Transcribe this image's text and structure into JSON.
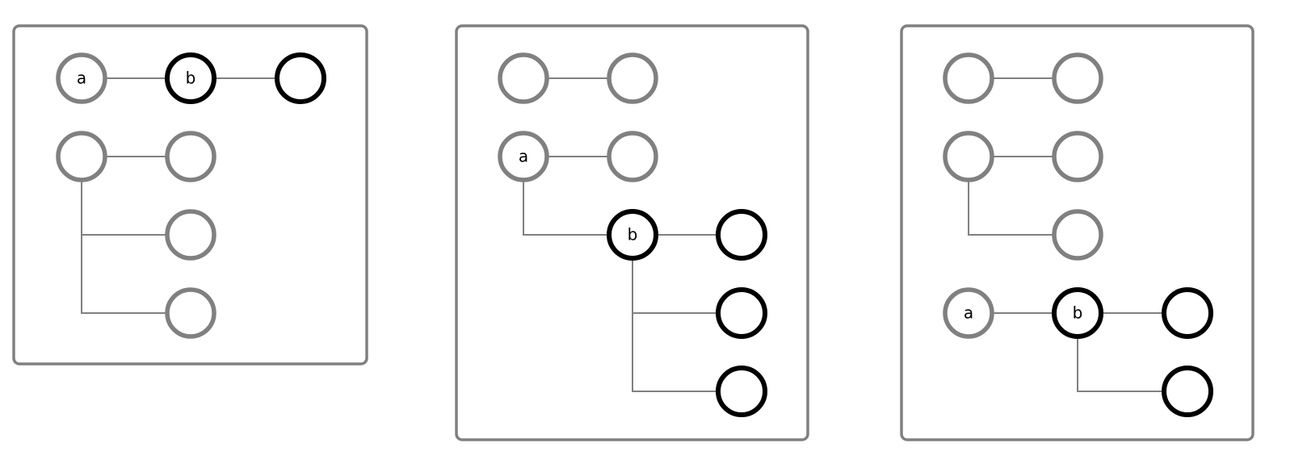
{
  "colors": {
    "background": "#ffffff",
    "panel_border": "#808080",
    "edge": "#808080",
    "node_gray": "#808080",
    "node_black": "#000000",
    "label": "#000000"
  },
  "panels": [
    {
      "id": "panel-1",
      "nodes": [
        {
          "id": "p1-n1",
          "label": "a",
          "style": "gray"
        },
        {
          "id": "p1-n2",
          "label": "b",
          "style": "black"
        },
        {
          "id": "p1-n3",
          "label": "",
          "style": "black"
        },
        {
          "id": "p1-n4",
          "label": "",
          "style": "gray"
        },
        {
          "id": "p1-n5",
          "label": "",
          "style": "gray"
        },
        {
          "id": "p1-n6",
          "label": "",
          "style": "gray"
        },
        {
          "id": "p1-n7",
          "label": "",
          "style": "gray"
        }
      ],
      "edges": [
        {
          "from": "p1-n1",
          "to": "p1-n2",
          "kind": "straight"
        },
        {
          "from": "p1-n2",
          "to": "p1-n3",
          "kind": "straight"
        },
        {
          "from": "p1-n4",
          "to": "p1-n5",
          "kind": "straight"
        },
        {
          "from": "p1-n4",
          "to": "p1-n6",
          "kind": "elbow"
        },
        {
          "from": "p1-n4",
          "to": "p1-n7",
          "kind": "elbow"
        }
      ]
    },
    {
      "id": "panel-2",
      "nodes": [
        {
          "id": "p2-n1",
          "label": "",
          "style": "gray"
        },
        {
          "id": "p2-n2",
          "label": "",
          "style": "gray"
        },
        {
          "id": "p2-n3",
          "label": "a",
          "style": "gray"
        },
        {
          "id": "p2-n4",
          "label": "",
          "style": "gray"
        },
        {
          "id": "p2-n5",
          "label": "b",
          "style": "black"
        },
        {
          "id": "p2-n6",
          "label": "",
          "style": "black"
        },
        {
          "id": "p2-n7",
          "label": "",
          "style": "black"
        },
        {
          "id": "p2-n8",
          "label": "",
          "style": "black"
        }
      ],
      "edges": [
        {
          "from": "p2-n1",
          "to": "p2-n2",
          "kind": "straight"
        },
        {
          "from": "p2-n3",
          "to": "p2-n4",
          "kind": "straight"
        },
        {
          "from": "p2-n3",
          "to": "p2-n5",
          "kind": "elbow"
        },
        {
          "from": "p2-n5",
          "to": "p2-n6",
          "kind": "straight"
        },
        {
          "from": "p2-n5",
          "to": "p2-n7",
          "kind": "elbow"
        },
        {
          "from": "p2-n5",
          "to": "p2-n8",
          "kind": "elbow"
        }
      ]
    },
    {
      "id": "panel-3",
      "nodes": [
        {
          "id": "p3-n1",
          "label": "",
          "style": "gray"
        },
        {
          "id": "p3-n2",
          "label": "",
          "style": "gray"
        },
        {
          "id": "p3-n3",
          "label": "",
          "style": "gray"
        },
        {
          "id": "p3-n4",
          "label": "",
          "style": "gray"
        },
        {
          "id": "p3-n5",
          "label": "",
          "style": "gray"
        },
        {
          "id": "p3-n6",
          "label": "a",
          "style": "gray"
        },
        {
          "id": "p3-n7",
          "label": "b",
          "style": "black"
        },
        {
          "id": "p3-n8",
          "label": "",
          "style": "black"
        },
        {
          "id": "p3-n9",
          "label": "",
          "style": "black"
        }
      ],
      "edges": [
        {
          "from": "p3-n1",
          "to": "p3-n2",
          "kind": "straight"
        },
        {
          "from": "p3-n3",
          "to": "p3-n4",
          "kind": "straight"
        },
        {
          "from": "p3-n3",
          "to": "p3-n5",
          "kind": "elbow"
        },
        {
          "from": "p3-n6",
          "to": "p3-n7",
          "kind": "straight"
        },
        {
          "from": "p3-n7",
          "to": "p3-n8",
          "kind": "straight"
        },
        {
          "from": "p3-n7",
          "to": "p3-n9",
          "kind": "elbow"
        }
      ]
    }
  ]
}
